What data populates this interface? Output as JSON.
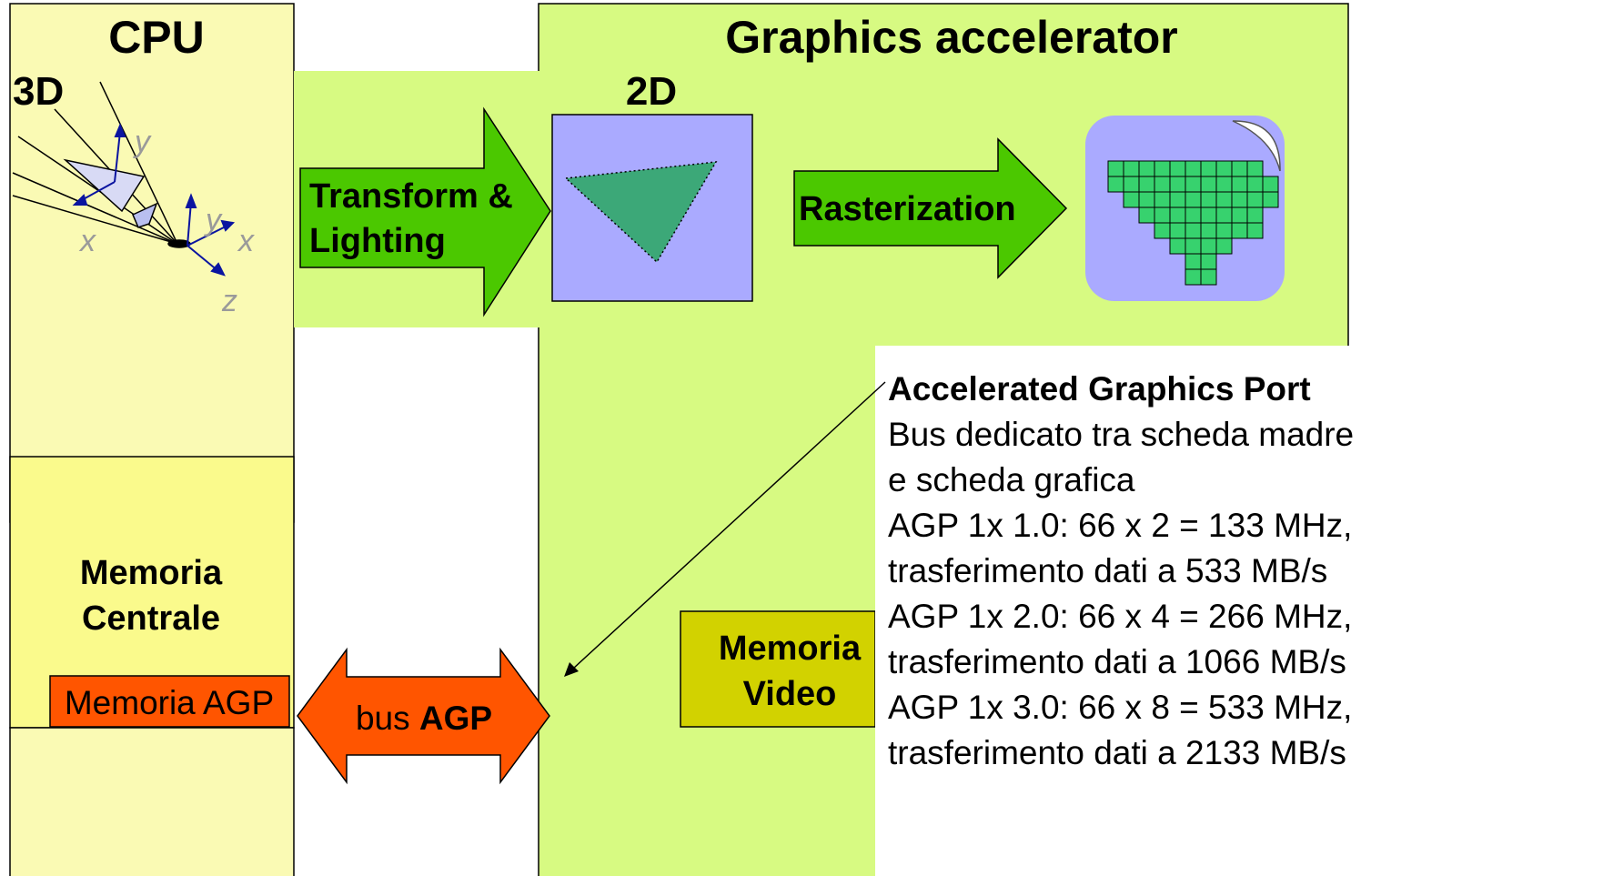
{
  "cpu": {
    "title": "CPU",
    "stage_label": "3D",
    "axes": {
      "y1": "y",
      "x1": "x",
      "y2": "y",
      "x2": "x",
      "z": "z"
    },
    "memory_label_1": "Memoria",
    "memory_label_2": "Centrale",
    "agp_memory_label": "Memoria AGP"
  },
  "accelerator": {
    "title": "Graphics accelerator",
    "stage_label": "2D",
    "transform_label_1": "Transform &",
    "transform_label_2": "Lighting",
    "raster_label": "Rasterization",
    "video_memory_1": "Memoria",
    "video_memory_2": "Video"
  },
  "bus": {
    "prefix": "bus ",
    "name": "AGP"
  },
  "note": {
    "title": "Accelerated Graphics Port",
    "lines": [
      "Bus dedicato tra scheda madre",
      "e scheda grafica",
      "AGP 1x 1.0: 66 x 2 = 133 MHz,",
      "trasferimento dati a 533 MB/s",
      "AGP 1x 2.0: 66 x 4 = 266 MHz,",
      "trasferimento dati a 1066 MB/s",
      "AGP 1x 3.0: 66 x 8 = 533 MHz,",
      "trasferimento dati a 2133 MB/s"
    ]
  },
  "colors": {
    "cpu_panel": "#fafab4",
    "cpu_memory": "#fafa8c",
    "accelerator_panel": "#d7fa82",
    "green_arrow": "#4bc800",
    "agp_memory": "#ff5500",
    "bus_arrow": "#ff5500",
    "screen_2d": "#aaaaff",
    "triangle": "#3ca878",
    "video_memory": "#d2d200",
    "pixel": "#37d26e"
  }
}
